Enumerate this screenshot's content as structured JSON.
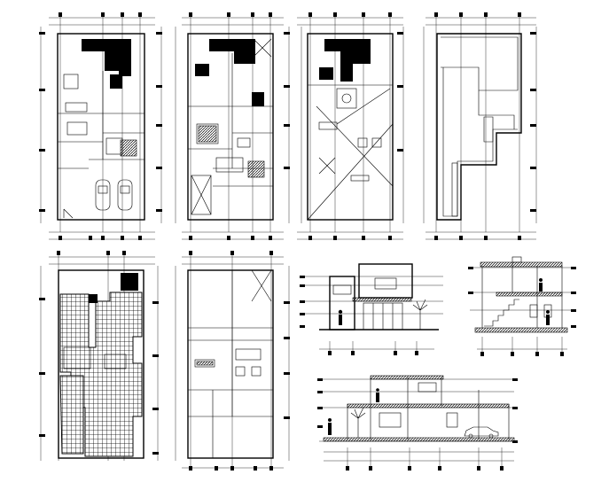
{
  "sheet": {
    "background": "#ffffff",
    "line_color": "#000000"
  },
  "drawings": [
    {
      "id": "plan-ground-floor",
      "kind": "floor-plan"
    },
    {
      "id": "plan-first-floor",
      "kind": "floor-plan"
    },
    {
      "id": "plan-second-floor",
      "kind": "floor-plan"
    },
    {
      "id": "plan-roof",
      "kind": "roof-plan"
    },
    {
      "id": "plan-foundation",
      "kind": "foundation-plan"
    },
    {
      "id": "plan-structure",
      "kind": "floor-plan"
    },
    {
      "id": "front-elevation",
      "kind": "elevation"
    },
    {
      "id": "side-section",
      "kind": "section"
    },
    {
      "id": "long-section",
      "kind": "section"
    }
  ]
}
